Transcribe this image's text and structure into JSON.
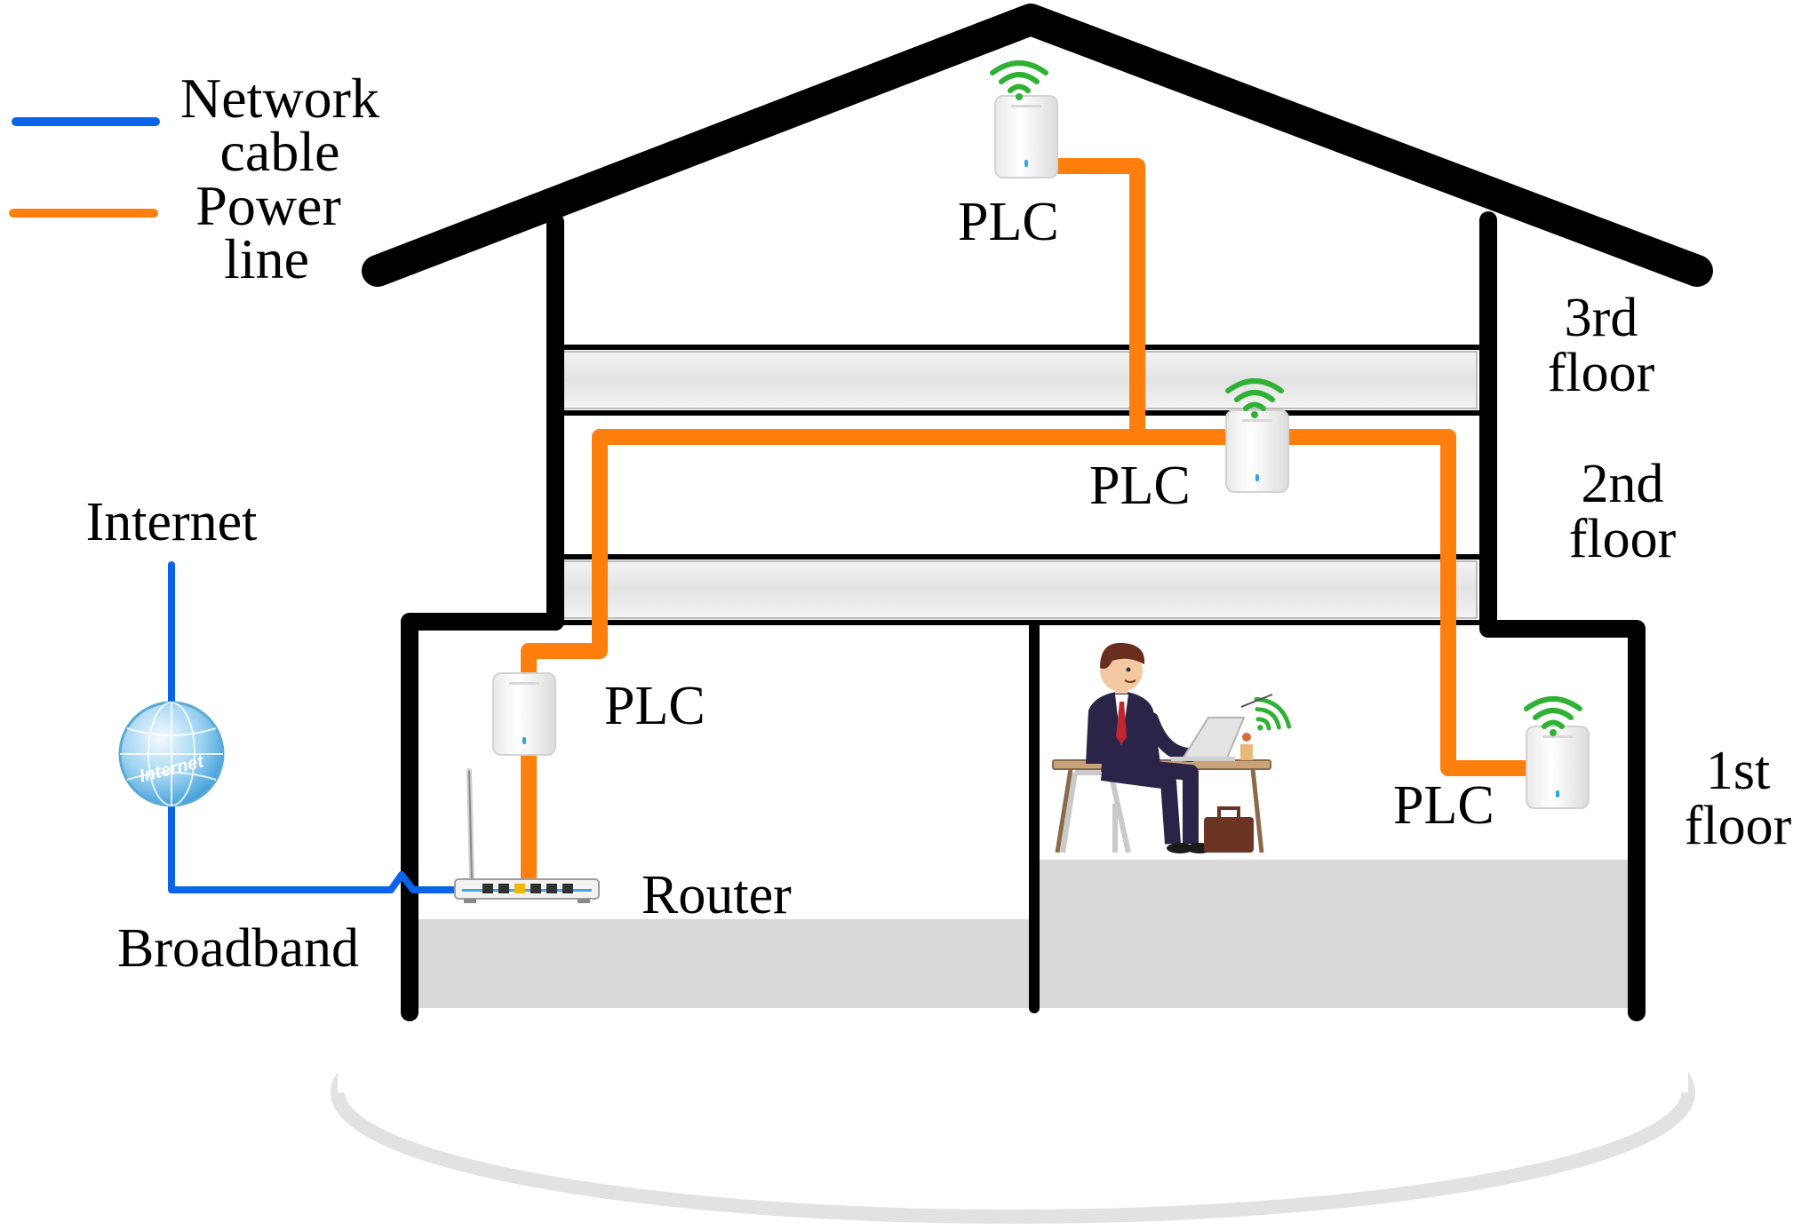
{
  "legend": {
    "network_cable": {
      "line1": "Network",
      "line2": "cable",
      "color": "#0a63e8"
    },
    "power_line": {
      "line1": "Power",
      "line2": "line",
      "color": "#ff7f0e"
    }
  },
  "labels": {
    "internet": "Internet",
    "broadband": "Broadband",
    "router": "Router",
    "plc": "PLC",
    "floor3": {
      "line1": "3rd",
      "line2": "floor"
    },
    "floor2": {
      "line1": "2nd",
      "line2": "floor"
    },
    "floor1": {
      "line1": "1st",
      "line2": "floor"
    }
  },
  "globe_text": "Internet",
  "colors": {
    "structure": "#000000",
    "floor_slab": "#ececec",
    "ground": "#d9d9d9",
    "wifi": "#2fb233",
    "power_line": "#ff7f0e",
    "network_cable": "#0a63e8"
  },
  "icons": [
    "plc-adapter-icon",
    "router-icon",
    "internet-globe-icon",
    "wifi-signal-icon",
    "office-worker-icon"
  ]
}
